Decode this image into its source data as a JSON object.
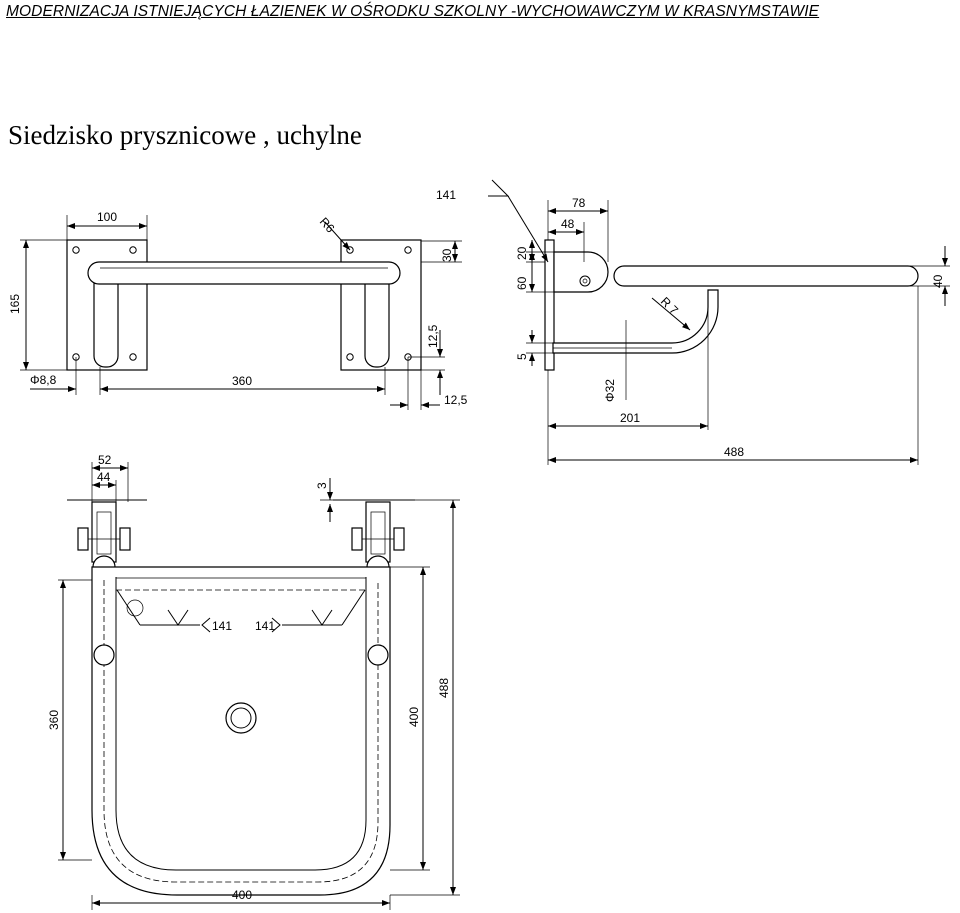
{
  "header": {
    "text": "MODERNIZACJA   ISTNIEJĄCYCH  ŁAZIENEK  W  OŚRODKU SZKOLNY -WYCHOWAWCZYM  W  KRASNYMSTAWIE"
  },
  "title": "Siedzisko prysznicowe , uchylne",
  "front_view": {
    "dim_width": "100",
    "dim_radius": "R6",
    "dim_height": "165",
    "dim_top": "30",
    "dim_span": "360",
    "dim_hole": "Φ8,8",
    "dim_offset_v": "12,5",
    "dim_offset_h": "12,5"
  },
  "side_view": {
    "weld_symbol": "141",
    "dim_78": "78",
    "dim_48": "48",
    "dim_20": "20",
    "dim_60": "60",
    "dim_40": "40",
    "dim_radius": "R 7",
    "dim_5": "5",
    "dim_tube": "Φ32",
    "dim_201": "201",
    "dim_488": "488"
  },
  "top_view": {
    "dim_52": "52",
    "dim_44": "44",
    "dim_3": "3",
    "weld_left": "141",
    "weld_right": "141",
    "dim_360": "360",
    "dim_400_v": "400",
    "dim_488": "488",
    "dim_400_h": "400"
  }
}
